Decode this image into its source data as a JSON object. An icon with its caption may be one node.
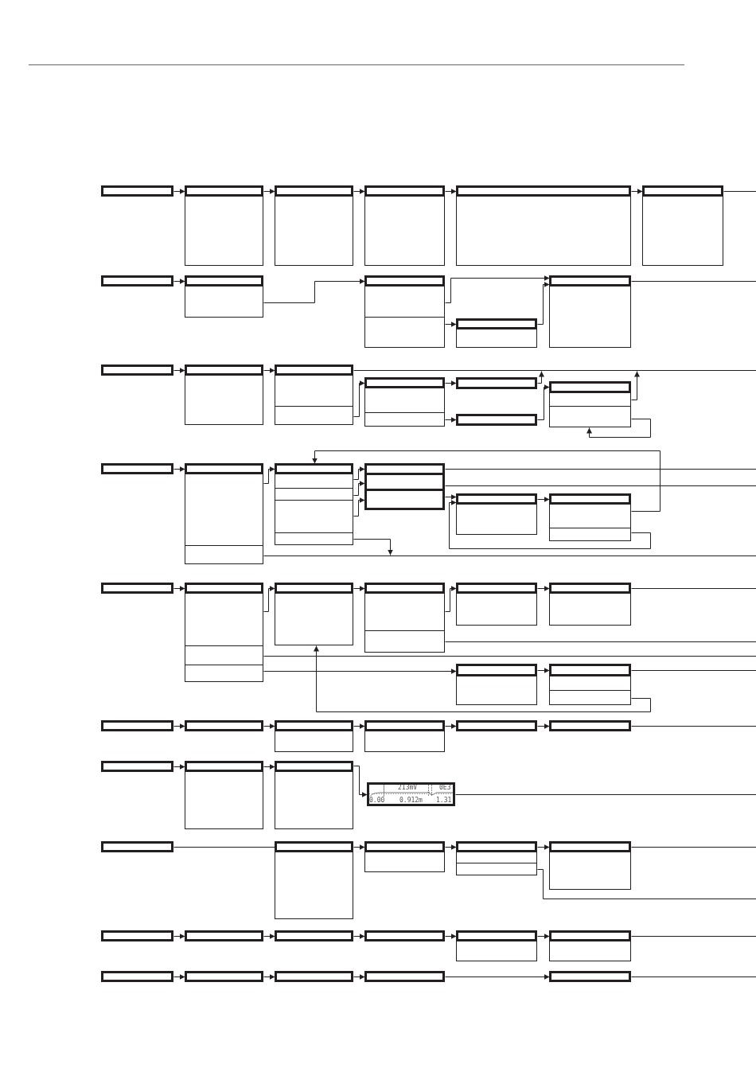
{
  "diagram": {
    "nodes": [
      {
        "text": [],
        "shape": "box"
      },
      {
        "text": [],
        "shape": "box"
      },
      {
        "text": [],
        "shape": "box"
      },
      {
        "text": [],
        "shape": "box"
      },
      {
        "text": [],
        "shape": "box"
      },
      {
        "text": [],
        "shape": "box"
      },
      {
        "text": [],
        "shape": "box"
      },
      {
        "text": [],
        "shape": "box"
      },
      {
        "text": [],
        "shape": "box"
      },
      {
        "text": [],
        "shape": "box"
      },
      {
        "text": [],
        "shape": "box"
      },
      {
        "text": [],
        "shape": "box"
      },
      {
        "text": [],
        "shape": "box"
      },
      {
        "text": [],
        "shape": "box"
      },
      {
        "text": [],
        "shape": "box"
      },
      {
        "text": [],
        "shape": "box"
      },
      {
        "text": [],
        "shape": "box"
      },
      {
        "text": [],
        "shape": "box"
      },
      {
        "text": [],
        "shape": "box"
      },
      {
        "text": [],
        "shape": "box"
      },
      {
        "text": [],
        "shape": "box"
      },
      {
        "text": [],
        "shape": "box"
      },
      {
        "text": [],
        "shape": "box"
      },
      {
        "text": [],
        "shape": "box"
      },
      {
        "text": [],
        "shape": "box"
      },
      {
        "text": [],
        "shape": "box"
      },
      {
        "text": [],
        "shape": "box"
      },
      {
        "text": [],
        "shape": "box"
      },
      {
        "text": [],
        "shape": "box"
      },
      {
        "text": [],
        "shape": "box"
      },
      {
        "text": [],
        "shape": "box"
      },
      {
        "text": [],
        "shape": "box"
      },
      {
        "text": [],
        "shape": "box"
      },
      {
        "text": [],
        "shape": "box"
      },
      {
        "text": [],
        "shape": "box"
      },
      {
        "text": [],
        "shape": "box"
      },
      {
        "text": [],
        "shape": "box"
      },
      {
        "text": [],
        "shape": "box"
      },
      {
        "text": [],
        "shape": "box"
      },
      {
        "text": [],
        "shape": "box"
      },
      {
        "text": [],
        "shape": "box"
      },
      {
        "text": [],
        "shape": "box"
      },
      {
        "text": [],
        "shape": "box"
      },
      {
        "text": [],
        "shape": "box"
      },
      {
        "text": [],
        "shape": "box"
      },
      {
        "text": [],
        "shape": "box"
      },
      {
        "text": [],
        "shape": "box"
      },
      {
        "text": [],
        "shape": "box"
      },
      {
        "text": [],
        "shape": "box"
      },
      {
        "text": [],
        "shape": "box"
      },
      {
        "text": [],
        "shape": "box"
      },
      {
        "text": [],
        "shape": "box"
      },
      {
        "text": [],
        "shape": "box"
      },
      {
        "text": [],
        "shape": "box"
      },
      {
        "text": [],
        "shape": "box"
      },
      {
        "text": [],
        "shape": "box"
      },
      {
        "text": [],
        "shape": "box"
      },
      {
        "text": [],
        "shape": "box"
      },
      {
        "text": [],
        "shape": "box"
      },
      {
        "text": [],
        "shape": "box"
      },
      {
        "text": [],
        "shape": "box"
      },
      {
        "text": [],
        "shape": "box"
      },
      {
        "text": [],
        "shape": "box"
      },
      {
        "text": [],
        "shape": "box"
      },
      {
        "text": [],
        "shape": "box"
      },
      {
        "text": [],
        "shape": "box"
      },
      {
        "text": [],
        "shape": "box"
      },
      {
        "text": [],
        "shape": "box"
      },
      {
        "text": [],
        "shape": "box"
      },
      {
        "text": [],
        "shape": "box"
      },
      {
        "text": [],
        "shape": "box"
      },
      {
        "text": [],
        "shape": "box"
      },
      {
        "text": [],
        "shape": "box"
      },
      {
        "text": [],
        "shape": "box"
      },
      {
        "text": [],
        "shape": "box"
      },
      {
        "text": [],
        "shape": "box"
      },
      {
        "text": [],
        "shape": "box"
      },
      {
        "text": [],
        "shape": "box"
      },
      {
        "text": [],
        "shape": "box"
      },
      {
        "text": [],
        "shape": "box"
      },
      {
        "text": [],
        "shape": "box"
      },
      {
        "text": [],
        "shape": "box"
      },
      {
        "text": [],
        "shape": "box"
      },
      {
        "text": [],
        "shape": "box"
      },
      {
        "text": [
          "213mV",
          "0E3",
          "0.00",
          "0.912m",
          "1.31"
        ]
      },
      {
        "text": [],
        "shape": "box"
      },
      {
        "text": [],
        "shape": "box"
      },
      {
        "text": [],
        "shape": "box"
      },
      {
        "text": [],
        "shape": "box"
      },
      {
        "text": [],
        "shape": "box"
      },
      {
        "text": [],
        "shape": "box"
      },
      {
        "text": [],
        "shape": "box"
      },
      {
        "text": [],
        "shape": "box"
      },
      {
        "text": [],
        "shape": "box"
      },
      {
        "text": [],
        "shape": "box"
      },
      {
        "text": [],
        "shape": "box"
      },
      {
        "text": [],
        "shape": "box"
      },
      {
        "text": [],
        "shape": "box"
      },
      {
        "text": [],
        "shape": "box"
      },
      {
        "text": [],
        "shape": "box"
      },
      {
        "text": [],
        "shape": "box"
      },
      {
        "text": [],
        "shape": "box"
      },
      {
        "text": [],
        "shape": "box"
      },
      {
        "text": [],
        "shape": "box"
      },
      {
        "text": [],
        "shape": "box"
      },
      {
        "text": [],
        "shape": "box"
      },
      {
        "text": [],
        "shape": "box"
      },
      {
        "text": [],
        "shape": "box"
      },
      {
        "text": [],
        "shape": "bar"
      }
    ],
    "edges": [
      {
        "from": 0,
        "to": 1,
        "arrow": "to"
      },
      {
        "from": 1,
        "to": 3,
        "arrow": "to"
      },
      {
        "from": 3,
        "to": 5,
        "arrow": "to"
      },
      {
        "from": 5,
        "to": 7,
        "arrow": "to"
      },
      {
        "from": 7,
        "to": 9,
        "arrow": "to"
      },
      {
        "from": 9,
        "to": null,
        "arrow": "none"
      },
      {
        "from": 11,
        "to": 12,
        "arrow": "to"
      },
      {
        "from": 13,
        "to": 14,
        "arrow": "to"
      },
      {
        "from": 15,
        "to": 19,
        "arrow": "to"
      },
      {
        "from": 16,
        "to": 17,
        "arrow": "to"
      },
      {
        "from": 17,
        "to": 19,
        "arrow": "to"
      },
      {
        "from": 19,
        "to": null,
        "arrow": "none"
      },
      {
        "from": 21,
        "to": 22,
        "arrow": "to"
      },
      {
        "from": 22,
        "to": 24,
        "arrow": "to"
      },
      {
        "from": 24,
        "to": 108,
        "arrow": "none"
      },
      {
        "from": 26,
        "to": 27,
        "arrow": "to"
      },
      {
        "from": 27,
        "to": 30,
        "arrow": "to"
      },
      {
        "from": 29,
        "to": 31,
        "arrow": "to"
      },
      {
        "from": 30,
        "to": 108,
        "arrow": "to"
      },
      {
        "from": 31,
        "to": 32,
        "arrow": "to"
      },
      {
        "from": 33,
        "to": 108,
        "arrow": "to"
      },
      {
        "from": 34,
        "to": 34,
        "arrow": "to"
      },
      {
        "from": 35,
        "to": 36,
        "arrow": "to"
      },
      {
        "from": 37,
        "to": 39,
        "arrow": "to"
      },
      {
        "from": 40,
        "to": 44,
        "arrow": "to"
      },
      {
        "from": 41,
        "to": 45,
        "arrow": "to"
      },
      {
        "from": 42,
        "to": 46,
        "arrow": "to"
      },
      {
        "from": 44,
        "to": null,
        "arrow": "none"
      },
      {
        "from": 45,
        "to": null,
        "arrow": "none"
      },
      {
        "from": 46,
        "to": 47,
        "arrow": "to"
      },
      {
        "from": 47,
        "to": 49,
        "arrow": "to"
      },
      {
        "from": 50,
        "to": 39,
        "arrow": "to"
      },
      {
        "from": 51,
        "to": 47,
        "arrow": "to"
      },
      {
        "from": 38,
        "to": null,
        "arrow": "none"
      },
      {
        "from": 43,
        "to": null,
        "arrow": "to"
      },
      {
        "from": 52,
        "to": 53,
        "arrow": "to"
      },
      {
        "from": 54,
        "to": 57,
        "arrow": "to"
      },
      {
        "from": 57,
        "to": 59,
        "arrow": "to"
      },
      {
        "from": 60,
        "to": 62,
        "arrow": "to"
      },
      {
        "from": 62,
        "to": 64,
        "arrow": "to"
      },
      {
        "from": 64,
        "to": null,
        "arrow": "none"
      },
      {
        "from": 61,
        "to": null,
        "arrow": "none"
      },
      {
        "from": 55,
        "to": null,
        "arrow": "none"
      },
      {
        "from": 56,
        "to": 66,
        "arrow": "to"
      },
      {
        "from": 66,
        "to": 68,
        "arrow": "to"
      },
      {
        "from": 68,
        "to": null,
        "arrow": "none"
      },
      {
        "from": 70,
        "to": 58,
        "arrow": "to"
      },
      {
        "from": 71,
        "to": 72,
        "arrow": "to"
      },
      {
        "from": 72,
        "to": 73,
        "arrow": "to"
      },
      {
        "from": 73,
        "to": 75,
        "arrow": "to"
      },
      {
        "from": 75,
        "to": 77,
        "arrow": "to"
      },
      {
        "from": 77,
        "to": 78,
        "arrow": "to"
      },
      {
        "from": 78,
        "to": null,
        "arrow": "none"
      },
      {
        "from": 79,
        "to": 80,
        "arrow": "to"
      },
      {
        "from": 80,
        "to": 82,
        "arrow": "to"
      },
      {
        "from": 82,
        "to": 84,
        "arrow": "to"
      },
      {
        "from": 84,
        "to": null,
        "arrow": "none"
      },
      {
        "from": 85,
        "to": 86,
        "arrow": "none"
      },
      {
        "from": 86,
        "to": 88,
        "arrow": "to"
      },
      {
        "from": 88,
        "to": 90,
        "arrow": "to"
      },
      {
        "from": 90,
        "to": 93,
        "arrow": "to"
      },
      {
        "from": 93,
        "to": null,
        "arrow": "none"
      },
      {
        "from": 92,
        "to": null,
        "arrow": "none"
      },
      {
        "from": 95,
        "to": 96,
        "arrow": "to"
      },
      {
        "from": 96,
        "to": 97,
        "arrow": "to"
      },
      {
        "from": 97,
        "to": 98,
        "arrow": "to"
      },
      {
        "from": 98,
        "to": 99,
        "arrow": "to"
      },
      {
        "from": 99,
        "to": 101,
        "arrow": "to"
      },
      {
        "from": 101,
        "to": null,
        "arrow": "none"
      },
      {
        "from": 103,
        "to": 104,
        "arrow": "to"
      },
      {
        "from": 104,
        "to": 105,
        "arrow": "to"
      },
      {
        "from": 105,
        "to": 106,
        "arrow": "to"
      },
      {
        "from": 106,
        "to": 107,
        "arrow": "to"
      },
      {
        "from": 107,
        "to": null,
        "arrow": "none"
      }
    ]
  }
}
